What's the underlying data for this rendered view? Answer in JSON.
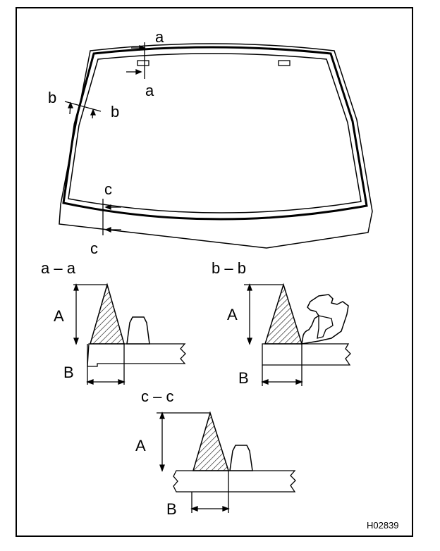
{
  "labels": {
    "section_a": "a",
    "section_b": "b",
    "section_c": "c",
    "detail_aa": "a – a",
    "detail_bb": "b – b",
    "detail_cc": "c – c",
    "dim_A": "A",
    "dim_B": "B",
    "figure_code": "H02839"
  }
}
